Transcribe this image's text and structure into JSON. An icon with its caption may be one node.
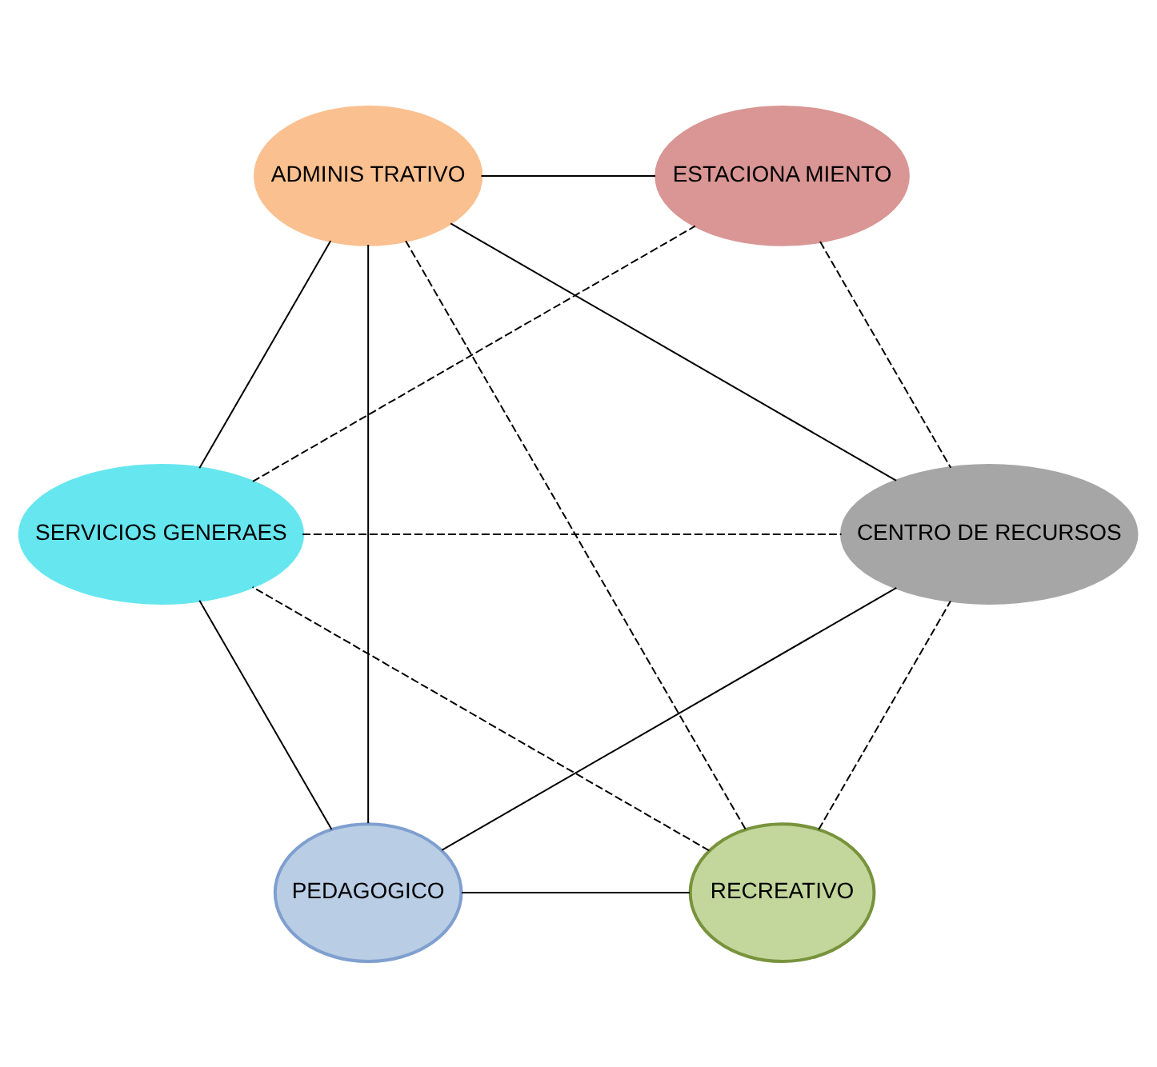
{
  "diagram": {
    "nodes": [
      {
        "text": [
          "RECREATIVO"
        ]
      },
      {
        "text": [
          "PEDAGOGICO"
        ]
      },
      {
        "text": [
          "ADMINIS TRATIVO"
        ]
      },
      {
        "text": [
          "SERVICIOS GENERAES"
        ]
      },
      {
        "text": [
          "CENTRO DE RECURSOS"
        ]
      },
      {
        "text": [
          "ESTACIONA MIENTO"
        ]
      }
    ],
    "edges": [
      {
        "from": 0,
        "to": 1,
        "arrow": "none"
      },
      {
        "from": 0,
        "to": 2,
        "arrow": "none",
        "style": "dashed"
      },
      {
        "from": 0,
        "to": 3,
        "arrow": "none",
        "style": "dashed"
      },
      {
        "from": 0,
        "to": 4,
        "arrow": "none",
        "style": "dashed"
      },
      {
        "from": 1,
        "to": 2,
        "arrow": "none"
      },
      {
        "from": 1,
        "to": 4,
        "arrow": "none"
      },
      {
        "from": 1,
        "to": 3,
        "arrow": "none"
      },
      {
        "from": 2,
        "to": 3,
        "arrow": "none"
      },
      {
        "from": 2,
        "to": 5,
        "arrow": "none"
      },
      {
        "from": 2,
        "to": 4,
        "arrow": "none"
      },
      {
        "from": 3,
        "to": 4,
        "arrow": "none",
        "style": "dashed"
      },
      {
        "from": 3,
        "to": 5,
        "arrow": "none",
        "style": "dashed"
      },
      {
        "from": 5,
        "to": 4,
        "arrow": "none",
        "style": "dashed"
      }
    ]
  }
}
